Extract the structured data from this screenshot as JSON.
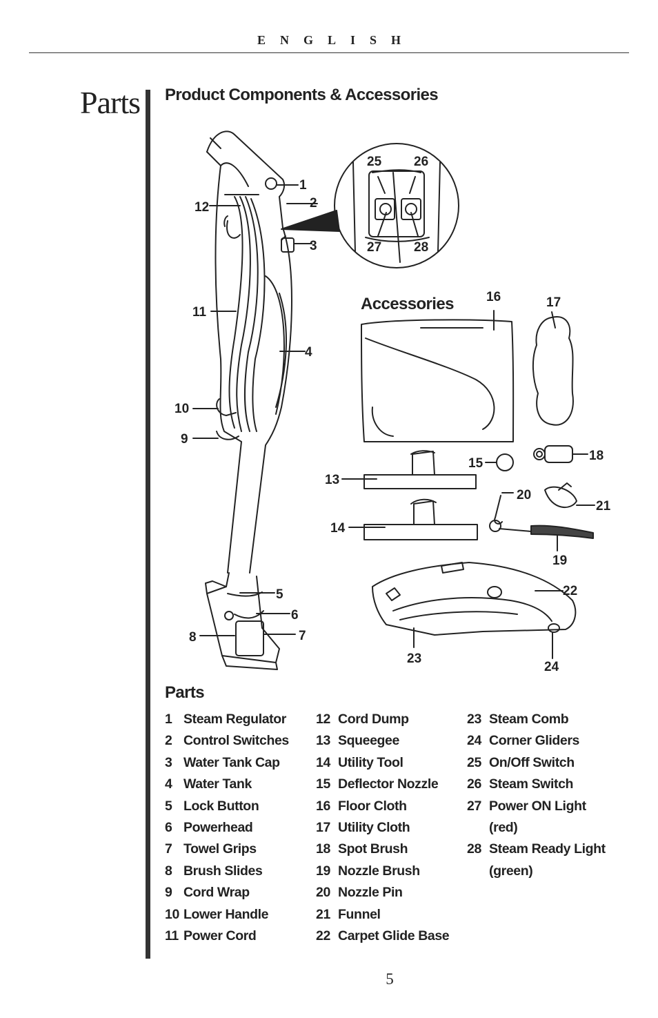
{
  "header": {
    "language": "ENGLISH"
  },
  "section_title": "Parts",
  "components_heading": "Product Components & Accessories",
  "accessories_heading": "Accessories",
  "parts_heading": "Parts",
  "diagram_labels": [
    "1",
    "2",
    "3",
    "4",
    "5",
    "6",
    "7",
    "8",
    "9",
    "10",
    "11",
    "12",
    "13",
    "14",
    "15",
    "16",
    "17",
    "18",
    "19",
    "20",
    "21",
    "22",
    "23",
    "24",
    "25",
    "26",
    "27",
    "28"
  ],
  "parts": [
    {
      "num": "1",
      "name": "Steam Regulator"
    },
    {
      "num": "2",
      "name": "Control Switches"
    },
    {
      "num": "3",
      "name": "Water Tank Cap"
    },
    {
      "num": "4",
      "name": "Water Tank"
    },
    {
      "num": "5",
      "name": "Lock Button"
    },
    {
      "num": "6",
      "name": "Powerhead"
    },
    {
      "num": "7",
      "name": "Towel Grips"
    },
    {
      "num": "8",
      "name": "Brush Slides"
    },
    {
      "num": "9",
      "name": "Cord Wrap"
    },
    {
      "num": "10",
      "name": "Lower Handle"
    },
    {
      "num": "11",
      "name": "Power Cord"
    },
    {
      "num": "12",
      "name": "Cord Dump"
    },
    {
      "num": "13",
      "name": "Squeegee"
    },
    {
      "num": "14",
      "name": "Utility Tool"
    },
    {
      "num": "15",
      "name": "Deflector Nozzle"
    },
    {
      "num": "16",
      "name": "Floor Cloth"
    },
    {
      "num": "17",
      "name": "Utility Cloth"
    },
    {
      "num": "18",
      "name": "Spot Brush"
    },
    {
      "num": "19",
      "name": "Nozzle Brush"
    },
    {
      "num": "20",
      "name": "Nozzle Pin"
    },
    {
      "num": "21",
      "name": "Funnel"
    },
    {
      "num": "22",
      "name": "Carpet Glide Base"
    },
    {
      "num": "23",
      "name": "Steam Comb"
    },
    {
      "num": "24",
      "name": "Corner Gliders"
    },
    {
      "num": "25",
      "name": "On/Off Switch"
    },
    {
      "num": "26",
      "name": "Steam Switch"
    },
    {
      "num": "27",
      "name": "Power ON Light"
    },
    {
      "num": "",
      "name": "(red)"
    },
    {
      "num": "28",
      "name": "Steam Ready Light"
    },
    {
      "num": "",
      "name": "(green)"
    }
  ],
  "page_number": "5"
}
